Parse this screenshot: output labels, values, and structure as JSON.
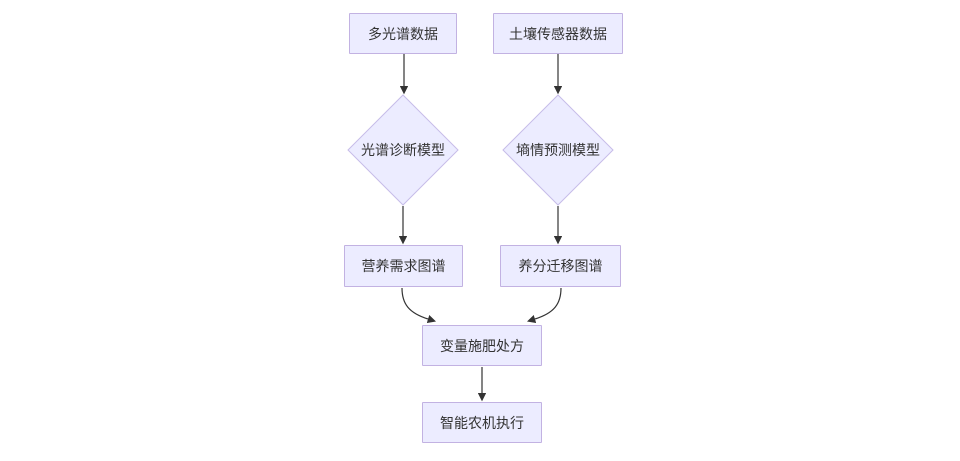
{
  "diagram": {
    "type": "flowchart",
    "direction": "top-down",
    "background_color": "#ffffff",
    "node_fill_color": "#ECECFF",
    "node_border_color": "#C2B2E2",
    "edge_color": "#333333",
    "text_color": "#333333",
    "nodes": {
      "multispectral_data": {
        "label": "多光谱数据",
        "shape": "rect"
      },
      "soil_sensor_data": {
        "label": "土壤传感器数据",
        "shape": "rect"
      },
      "spectral_diagnosis_model": {
        "label": "光谱诊断模型",
        "shape": "diamond"
      },
      "moisture_prediction_model": {
        "label": "墒情预测模型",
        "shape": "diamond"
      },
      "nutrition_demand_map": {
        "label": "营养需求图谱",
        "shape": "rect"
      },
      "nutrient_transfer_map": {
        "label": "养分迁移图谱",
        "shape": "rect"
      },
      "variable_fertilization_prescription": {
        "label": "变量施肥处方",
        "shape": "rect"
      },
      "smart_agri_machine_execution": {
        "label": "智能农机执行",
        "shape": "rect"
      }
    },
    "edges": [
      {
        "from": "multispectral_data",
        "to": "spectral_diagnosis_model"
      },
      {
        "from": "soil_sensor_data",
        "to": "moisture_prediction_model"
      },
      {
        "from": "spectral_diagnosis_model",
        "to": "nutrition_demand_map"
      },
      {
        "from": "moisture_prediction_model",
        "to": "nutrient_transfer_map"
      },
      {
        "from": "nutrition_demand_map",
        "to": "variable_fertilization_prescription"
      },
      {
        "from": "nutrient_transfer_map",
        "to": "variable_fertilization_prescription"
      },
      {
        "from": "variable_fertilization_prescription",
        "to": "smart_agri_machine_execution"
      }
    ]
  }
}
